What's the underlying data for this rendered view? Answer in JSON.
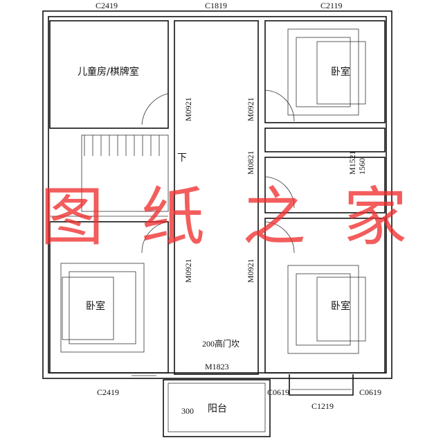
{
  "windows": {
    "top_left": "C2419",
    "top_mid": "C1819",
    "top_right": "C2119",
    "bottom_left": "C2419",
    "bay_left": "C0619",
    "bay_mid": "C1219",
    "bay_right": "C0619"
  },
  "doors": {
    "kids_room": "M0921",
    "corridor_right_top": "M0921",
    "bathroom": "M0821",
    "bath_inner": "M1521",
    "bath_inner_2": "1560",
    "bottom_left": "M0921",
    "bottom_right": "M0921",
    "balcony": "M1823"
  },
  "rooms": {
    "kids_room": "儿童房/棋牌室",
    "bedroom_top_right": "卧室",
    "bedroom_bottom_left": "卧室",
    "bedroom_bottom_right": "卧室",
    "balcony": "阳台"
  },
  "notes": {
    "stair_down": "下",
    "threshold": "200高门坎",
    "balcony_dim": "300"
  },
  "watermark": "图纸之家",
  "colors": {
    "wall": "#111111",
    "watermark": "#f03030"
  }
}
